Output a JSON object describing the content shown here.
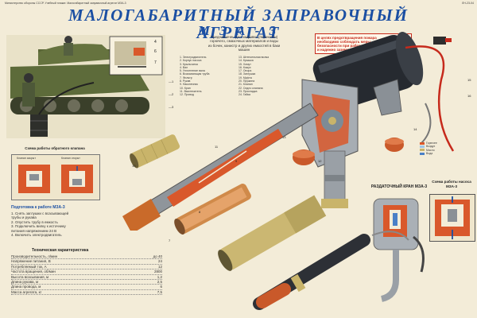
{
  "top_strip": {
    "left_text": "Министерство обороны СССР. Учебный плакат. Малогабаритный заправочный агрегат МЗА-3",
    "right_code": "ЛН-23-04"
  },
  "title": "МАЛОГАБАРИТНЫЙ ЗАПРАВОЧНЫЙ АГРЕГАТ",
  "subtitle": "М З А - 3",
  "intro_text": [
    "Предназначен для заправки (перекачки)",
    "горючего, смазочных материалов и воды",
    "из бочек, канистр и других емкостей в баки",
    "машин"
  ],
  "parts_list_left": [
    "1. Электродвигатель",
    "2. Корпус насоса",
    "3. Крыльчатка",
    "4. Вал",
    "5. Уплотнение вала",
    "6. Всасывающая труба",
    "7. Фильтр",
    "8. Рукав",
    "9. Наконечник",
    "10. Кран",
    "11. Выключатель",
    "12. Провод"
  ],
  "parts_list_right": [
    "13. Штепсельная вилка",
    "14. Крышка",
    "15. Хомут",
    "16. Кожух",
    "17. Опора",
    "18. Заглушка",
    "19. Муфта",
    "20. Пружина",
    "21. Клапан",
    "22. Седло клапана",
    "23. Прокладка",
    "24. Гайка"
  ],
  "warning_text": [
    "В целях предотвращения пожара",
    "необходимо соблюдать меры",
    "безопасности при работе с агрегатом",
    "и надежно заземлять емкость"
  ],
  "left_section_title": "Схема работы обратного клапана",
  "left_section_labels": [
    "Клапан закрыт",
    "Клапан открыт"
  ],
  "prep_title": "Подготовка к работе МЗА-3",
  "prep_text": [
    "1. Снять заглушки с всасывающей",
    "трубы и рукава",
    "2. Опустить трубу в емкость",
    "3. Подключить вилку к источнику",
    "питания напряжением 24 В",
    "4. Включить электродвигатель"
  ],
  "specs_title": "Техническая характеристика",
  "specs_rows": [
    {
      "label": "Производительность, л/мин",
      "value": "до 40"
    },
    {
      "label": "Напряжение питания, В",
      "value": "24"
    },
    {
      "label": "Потребляемый ток, А",
      "value": "12"
    },
    {
      "label": "Частота вращения, об/мин",
      "value": "2800"
    },
    {
      "label": "Высота всасывания, м",
      "value": "1,2"
    },
    {
      "label": "Длина рукава, м",
      "value": "2,5"
    },
    {
      "label": "Длина провода, м",
      "value": "6"
    },
    {
      "label": "Масса агрегата, кг",
      "value": "7,5"
    }
  ],
  "crane_label": "РАЗДАТОЧНЫЙ КРАН",
  "crane_sublabel": "МЗА-3",
  "pump_scheme_label": "Схема работы насоса",
  "pump_scheme_sublabel": "МЗА-3",
  "side_legend": [
    "Горючее",
    "Воздух",
    "Масло",
    "Вода"
  ],
  "colors": {
    "title_blue": "#1b4fa3",
    "fuel_orange": "#d9582b",
    "metal_grey": "#9aa0a6",
    "brass": "#c9b46a",
    "motor_black": "#262a30",
    "tank_green": "#5d6b3a"
  }
}
